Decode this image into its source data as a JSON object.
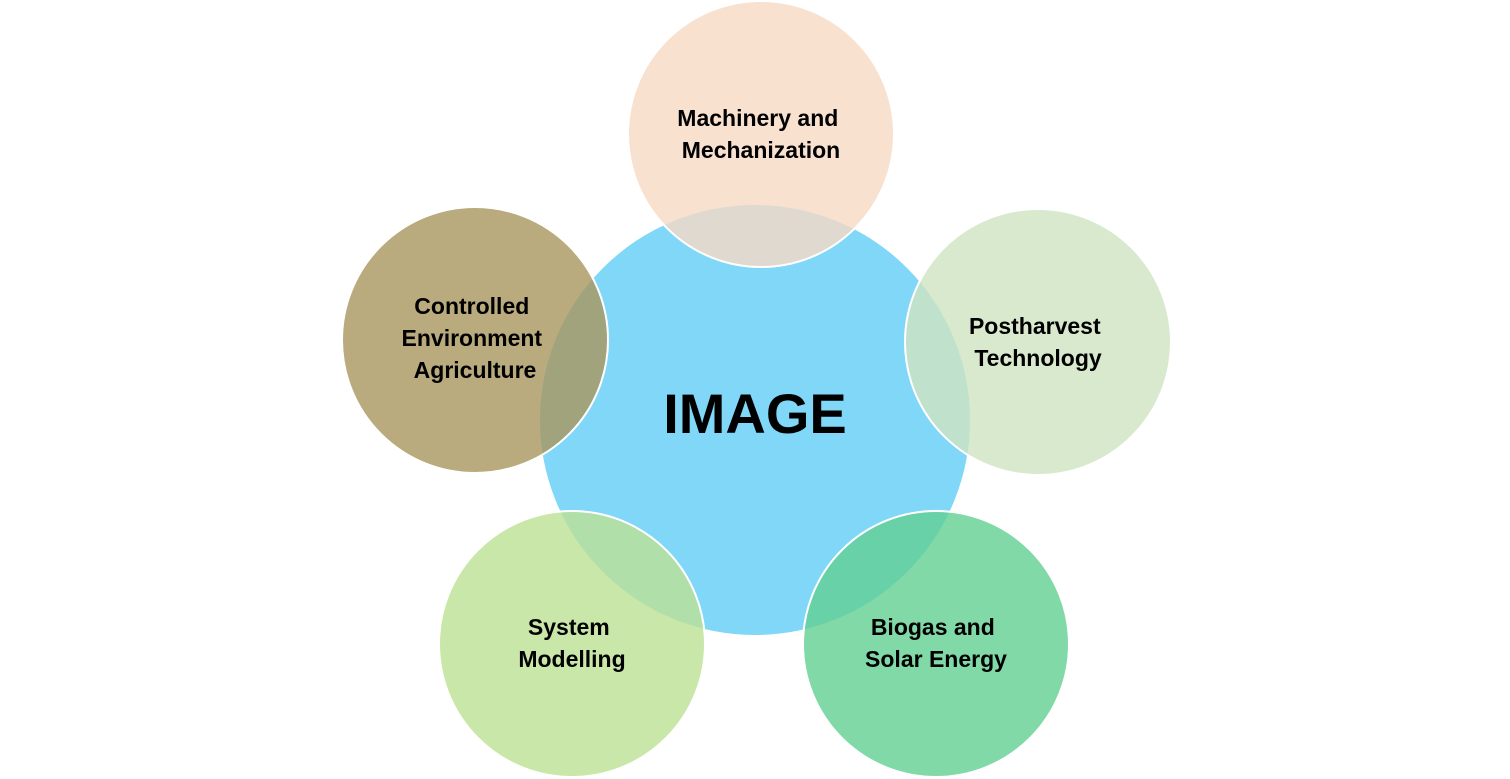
{
  "center": {
    "label": "IMAGE",
    "color": "#4FC8F5"
  },
  "nodes": [
    {
      "id": "machinery",
      "lines": [
        "Machinery and",
        "Mechanization"
      ],
      "color": "#F8D9C4"
    },
    {
      "id": "postharvest",
      "lines": [
        "Postharvest",
        "Technology"
      ],
      "color": "#CFE4C1"
    },
    {
      "id": "biogas",
      "lines": [
        "Biogas and",
        "Solar Energy"
      ],
      "color": "#61CF92"
    },
    {
      "id": "system",
      "lines": [
        "System",
        "Modelling"
      ],
      "color": "#BDE195"
    },
    {
      "id": "controlled",
      "lines": [
        "Controlled",
        "Environment",
        "Agriculture"
      ],
      "color": "#A8965C"
    }
  ]
}
